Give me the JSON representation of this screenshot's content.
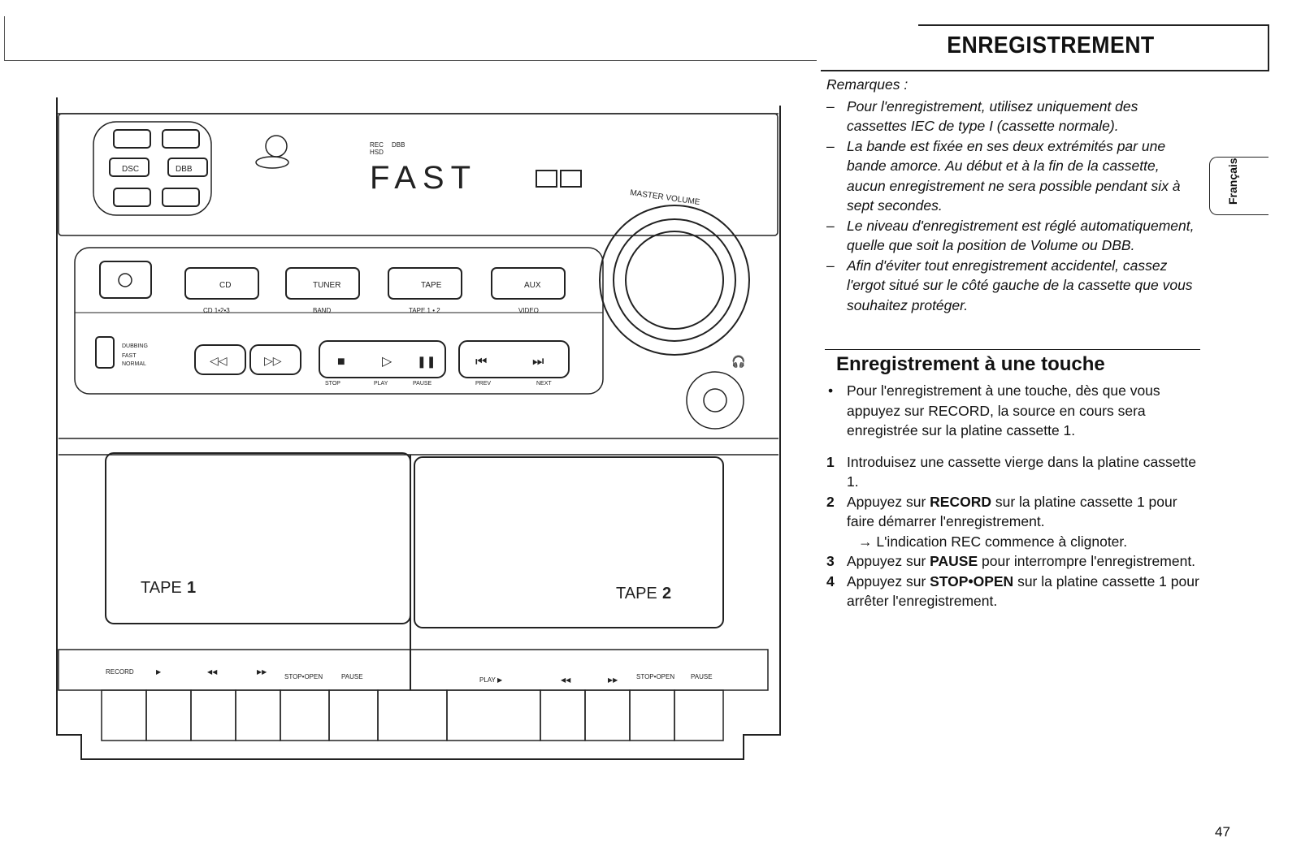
{
  "header": {
    "title": "ENREGISTREMENT"
  },
  "language_tab": "Français",
  "notes": {
    "title": "Remarques :",
    "items": [
      "Pour l'enregistrement, utilisez uniquement des cassettes IEC de type I (cassette normale).",
      "La bande est fixée en ses deux extrémités par une bande amorce. Au début et à la fin de la cassette, aucun enregistrement ne sera possible pendant six à sept secondes.",
      "Le niveau d'enregistrement est réglé automatiquement, quelle que soit la position de Volume ou DBB.",
      "Afin d'éviter tout enregistrement accidentel, cassez l'ergot situé sur le côté gauche de la cassette que vous souhaitez protéger."
    ]
  },
  "section": {
    "title": "Enregistrement à une touche",
    "bullet": "Pour l'enregistrement à une touche, dès que vous appuyez sur RECORD, la source en cours sera enregistrée sur la platine cassette 1.",
    "steps": [
      {
        "num": "1",
        "pre": "Introduisez une cassette vierge dans la platine cassette 1.",
        "bold": "",
        "post": ""
      },
      {
        "num": "2",
        "pre": "Appuyez sur ",
        "bold": "RECORD",
        "post": " sur la platine cassette 1 pour faire démarrer l'enregistrement."
      },
      {
        "num": "3",
        "pre": "Appuyez sur ",
        "bold": "PAUSE",
        "post": " pour interrompre l'enregistrement."
      },
      {
        "num": "4",
        "pre": "Appuyez sur ",
        "bold": "STOP•OPEN",
        "post": " sur la platine cassette 1 pour arrêter l'enregistrement."
      }
    ],
    "step2_result": "→ L'indication REC commence à clignoter."
  },
  "page_number": "47",
  "device": {
    "display_text": "FAST",
    "display_rec": "REC",
    "display_hsd": "HSD",
    "display_dbb": "DBB",
    "volume_label": "MASTER VOLUME",
    "keypad_dsc": "DSC",
    "keypad_dbb": "DBB",
    "source_buttons": [
      {
        "label": "CD",
        "sub": "CD 1•2•3"
      },
      {
        "label": "TUNER",
        "sub": "BAND"
      },
      {
        "label": "TAPE",
        "sub": "TAPE 1 • 2"
      },
      {
        "label": "AUX",
        "sub": "VIDEO"
      }
    ],
    "dubbing_label": "DUBBING",
    "dubbing_fast": "FAST",
    "dubbing_normal": "NORMAL",
    "stop_label": "STOP",
    "play_label": "PLAY",
    "pause_label": "PAUSE",
    "prev_label": "PREV",
    "next_label": "NEXT",
    "tape1": {
      "word": "TAPE",
      "num": "1"
    },
    "tape2": {
      "word": "TAPE",
      "num": "2"
    },
    "deck1_labels": [
      "RECORD",
      "▶",
      "◀◀",
      "▶▶",
      "STOP•OPEN",
      "PAUSE"
    ],
    "deck2_labels": [
      "PLAY ▶",
      "◀◀",
      "▶▶",
      "STOP•OPEN",
      "PAUSE"
    ]
  }
}
